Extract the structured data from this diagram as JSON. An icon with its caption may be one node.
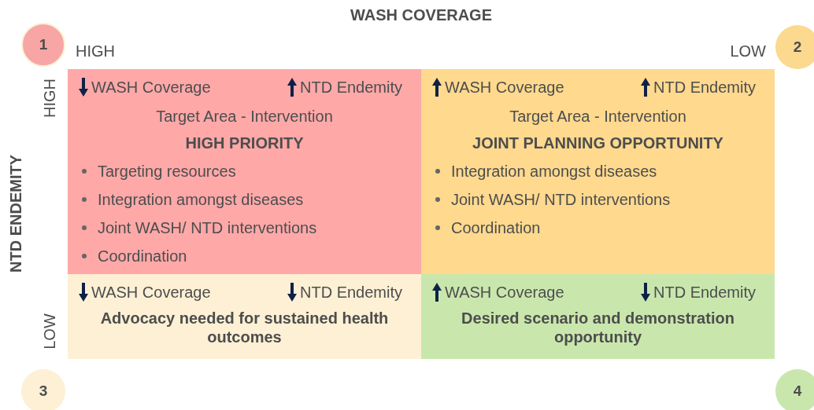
{
  "diagram": {
    "nodes": [
      {
        "text": [
          "1"
        ]
      },
      {
        "text": [
          "2"
        ]
      },
      {
        "text": [
          "WASH Coverage",
          "NTD Endemity",
          "Target Area - Intervention",
          "HIGH PRIORITY",
          "Targeting resources",
          "Integration amongst diseases",
          "Joint WASH/ NTD interventions",
          "Coordination"
        ]
      },
      {
        "text": [
          "WASH Coverage",
          "NTD Endemity",
          "Target Area - Intervention",
          "JOINT PLANNING OPPORTUNITY",
          "Integration amongst diseases",
          "Joint WASH/ NTD interventions",
          "Coordination"
        ]
      },
      {
        "text": [
          "WASH Coverage",
          "NTD Endemity",
          "Advocacy needed for sustained health outcomes"
        ]
      },
      {
        "text": [
          "WASH Coverage",
          "NTD Endemity",
          "Desired scenario and demonstration opportunity"
        ]
      },
      {
        "text": [
          "3"
        ]
      },
      {
        "text": [
          "4"
        ]
      }
    ],
    "labels": [
      "WASH COVERAGE",
      "HIGH",
      "LOW",
      "HIGH",
      "NTD ENDEMITY",
      "LOW"
    ]
  }
}
